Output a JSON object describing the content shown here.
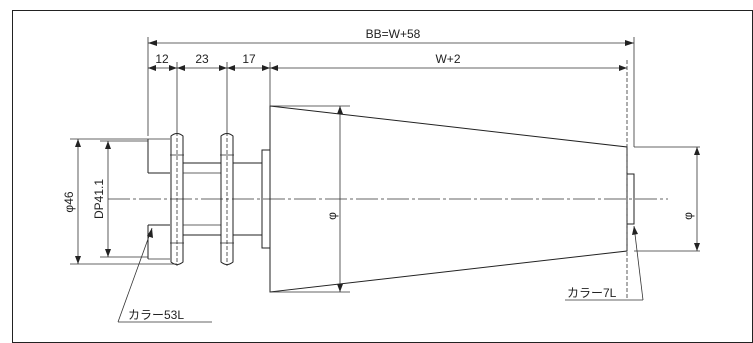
{
  "dimensions": {
    "overall": "BB=W+58",
    "seg1": "12",
    "seg2": "23",
    "seg3": "17",
    "body": "W+2",
    "outer_dia": "φ46",
    "bore": "DP41.1",
    "taper_dia": "φ",
    "end_dia": "φ"
  },
  "labels": {
    "collar_left": "カラー53L",
    "collar_right": "カラー7L"
  }
}
